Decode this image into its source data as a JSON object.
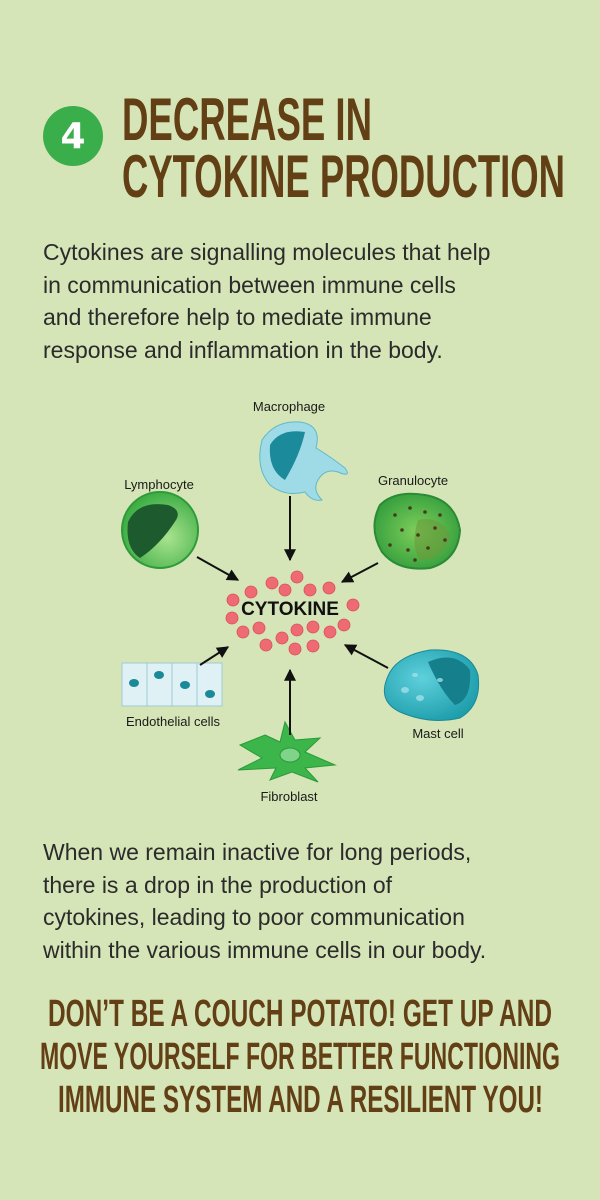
{
  "header": {
    "number": "4",
    "title_lines": [
      "DECREASE IN",
      "CYTOKINE PRODUCTION"
    ]
  },
  "intro": {
    "lines": [
      "Cytokines are signalling molecules that help",
      "in communication between immune cells",
      "and therefore help to mediate immune",
      "response and inflammation in the body."
    ]
  },
  "diagram": {
    "center_label": "CYTOKINE",
    "cells": {
      "macrophage": "Macrophage",
      "lymphocyte": "Lymphocyte",
      "granulocyte": "Granulocyte",
      "endothelial": "Endothelial cells",
      "mast": "Mast cell",
      "fibroblast": "Fibroblast"
    }
  },
  "body": {
    "lines": [
      "When we remain inactive for long periods,",
      "there is a drop in the production of",
      "cytokines, leading to poor communication",
      "within the various immune cells in our body."
    ]
  },
  "cta": {
    "lines": [
      "DON’T BE A COUCH POTATO! GET UP AND",
      "MOVE YOURSELF FOR BETTER FUNCTIONING",
      "IMMUNE SYSTEM AND A RESILIENT YOU!"
    ]
  },
  "colors": {
    "background": "#d5e5b7",
    "heading": "#633f15",
    "badge": "#3aae4b",
    "cytokine_dot": "#ef6b73"
  }
}
